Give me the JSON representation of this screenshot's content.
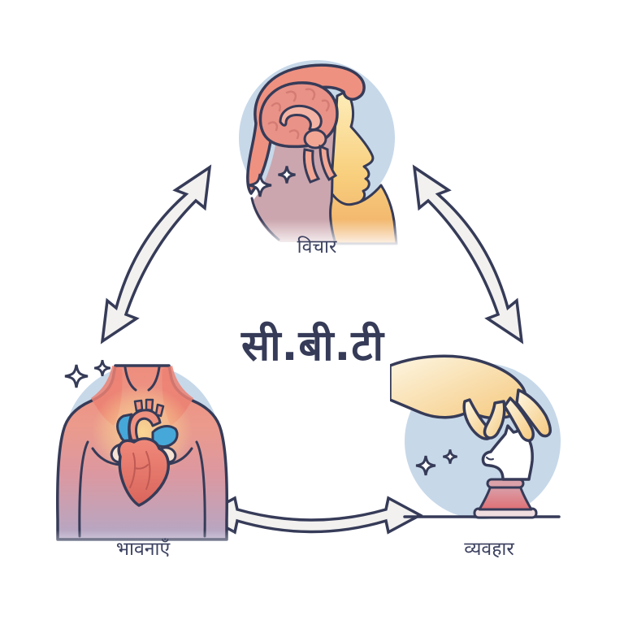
{
  "diagram": {
    "title": "सी.बी.टी",
    "nodes": {
      "thoughts": {
        "label": "विचार",
        "icon": "head-brain-icon"
      },
      "emotions": {
        "label": "भावनाएँ",
        "icon": "chest-heart-icon"
      },
      "behavior": {
        "label": "व्यवहार",
        "icon": "hand-chess-knight-icon"
      }
    },
    "arrows": [
      {
        "from": "thoughts",
        "to": "emotions",
        "bidirectional": true
      },
      {
        "from": "thoughts",
        "to": "behavior",
        "bidirectional": true
      },
      {
        "from": "emotions",
        "to": "behavior",
        "bidirectional": true
      }
    ],
    "colors": {
      "background": "#ffffff",
      "outline_navy": "#363b58",
      "circle_blue": "#c7d8e9",
      "arrow_fill": "#f2f1ef",
      "skin_salmon": "#ef9180",
      "brain_pink": "#e99287",
      "face_yellow": "#f8cf7d",
      "shadow_mauve": "#cba6ae",
      "heart_red": "#e97a6c",
      "vessel_blue": "#45a8d8",
      "atrium_cream": "#f5e2d2",
      "hand_cream": "#f6c87d",
      "base_pink": "#dba2aa",
      "glow_yellow": "#f9da92",
      "label_text": "#3c4160"
    }
  }
}
